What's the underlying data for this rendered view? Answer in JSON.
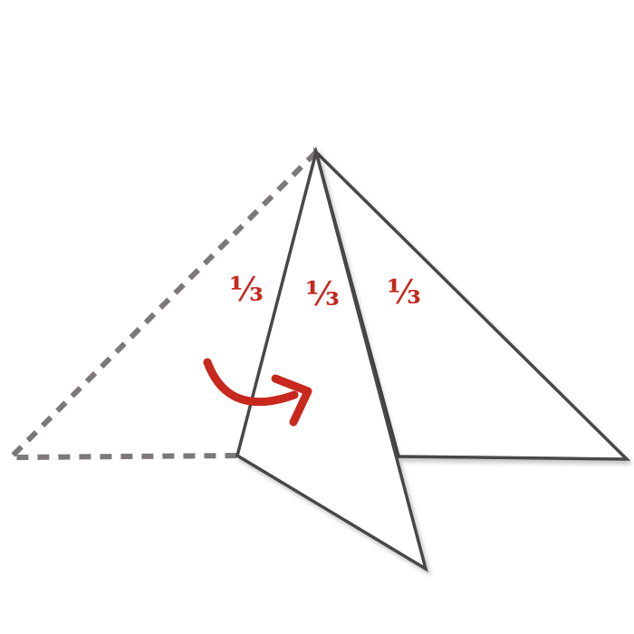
{
  "fold_labels": [
    "⅓",
    "⅓",
    "⅓"
  ],
  "colors": {
    "background": "#ffffff",
    "outline": "#4a4648",
    "dashed_outline": "#7d7879",
    "accent": "#c8281e"
  },
  "icons": {
    "fold_arrow": "curved-arrow-icon"
  }
}
